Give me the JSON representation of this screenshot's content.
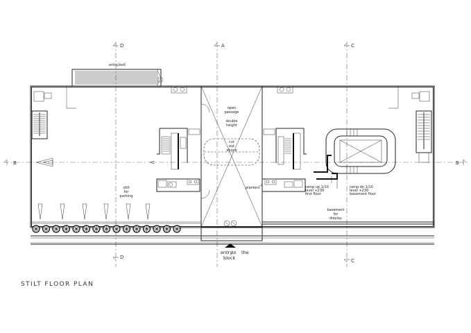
{
  "drawing_title": "STILT FLOOR PLAN",
  "grid_markers": {
    "d_top": "D",
    "a_top": "A",
    "c_top": "C",
    "d_bottom": "D",
    "c_bottom": "C",
    "b_left": "B",
    "b_right": "B"
  },
  "labels": {
    "entry_exit": "entry/exit",
    "open_passage_1": "open",
    "open_passage_2": "passage",
    "double_height_1": "double",
    "double_height_2": "height",
    "cut_out_1": "cut",
    "cut_out_2": "out",
    "cut_out_3": "above",
    "stilt_parking_1": "stilt",
    "stilt_parking_2": "for",
    "stilt_parking_3": "parking",
    "planters": "planters",
    "ramp_up_1": "ramp up 1/10",
    "ramp_up_2": "level +230",
    "ramp_up_3": "first floor",
    "ramp_dn_1": "ramp dn 1/10",
    "ramp_dn_2": "level +230",
    "ramp_dn_3": "basement floor",
    "basement_1": "basement",
    "basement_2": "for",
    "basement_3": "display",
    "entry_1": "entry",
    "entry_2": "to",
    "entry_3": "the",
    "entry_4": "block"
  }
}
